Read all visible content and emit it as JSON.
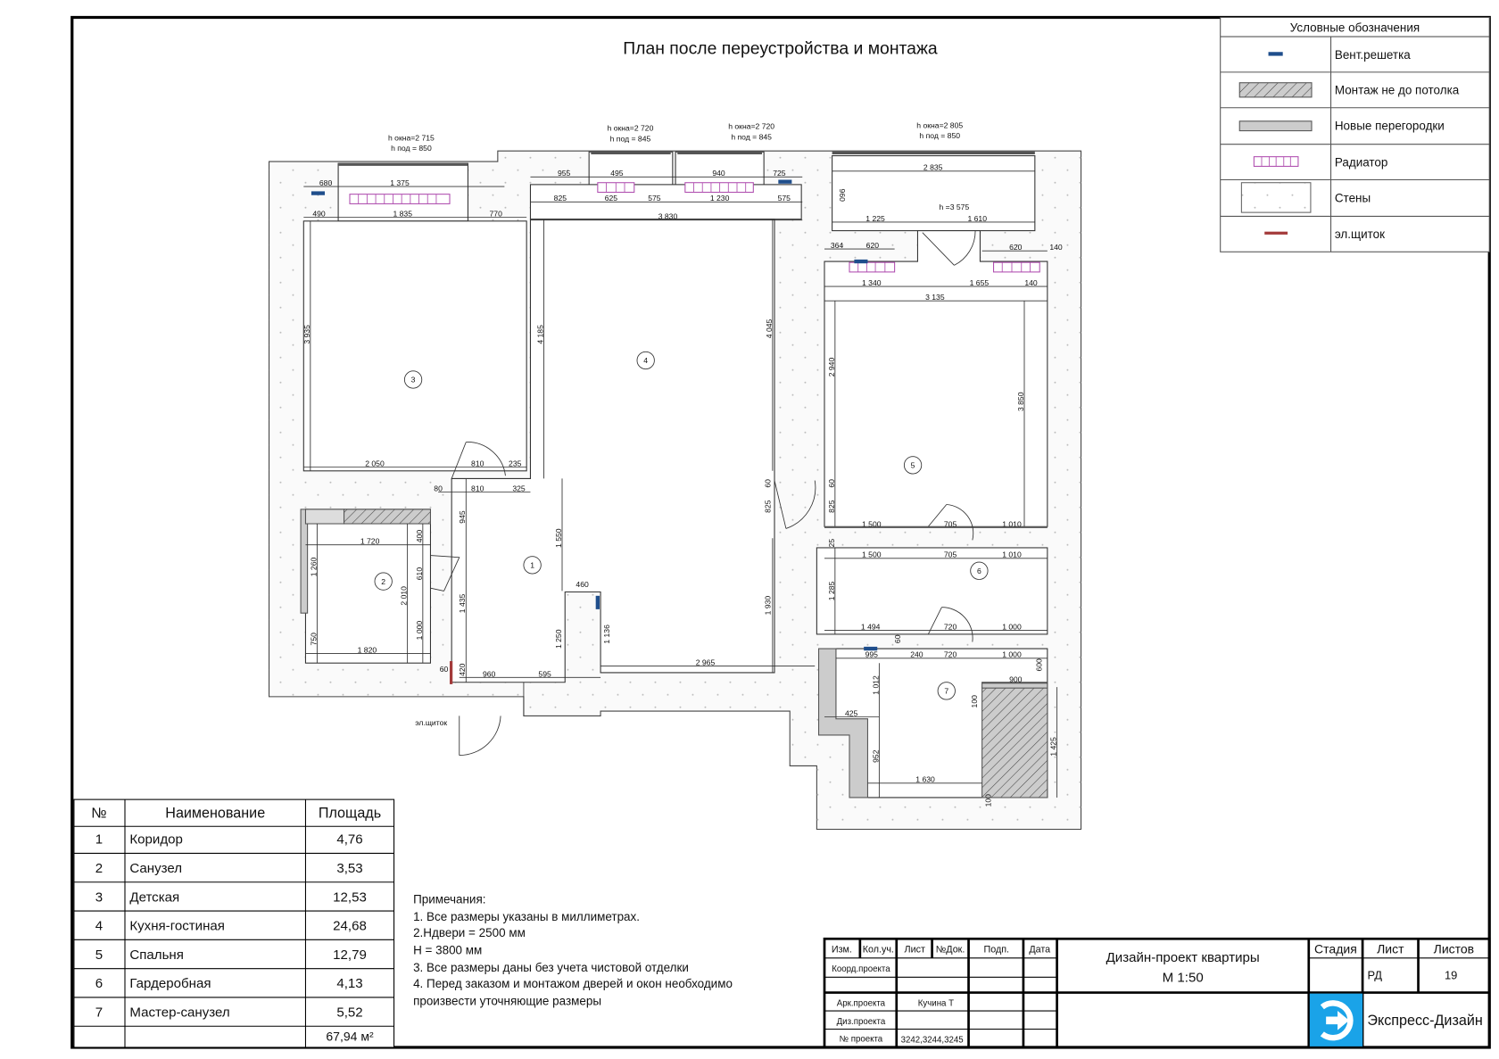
{
  "title": "План после переустройства и монтажа",
  "legend": {
    "header": "Условные обозначения",
    "items": [
      {
        "icon": "vent-grille-icon",
        "label": "Вент.решетка"
      },
      {
        "icon": "partial-height-hatch-icon",
        "label": "Монтаж не до потолка"
      },
      {
        "icon": "new-partition-icon",
        "label": "Новые перегородки"
      },
      {
        "icon": "radiator-icon",
        "label": "Радиатор"
      },
      {
        "icon": "wall-icon",
        "label": "Стены"
      },
      {
        "icon": "electrical-panel-icon",
        "label": "эл.щиток"
      }
    ]
  },
  "colors": {
    "radiator": "#b04fb0",
    "vent": "#1f4e8c",
    "panel": "#a33a3a",
    "logo": "#1aa3e8"
  },
  "plan": {
    "rooms": [
      "1",
      "2",
      "3",
      "4",
      "5",
      "6",
      "7"
    ],
    "windows": [
      {
        "h_window": "h окна=2 715",
        "h_sill": "h под = 850"
      },
      {
        "h_window": "h окна=2 720",
        "h_sill": "h под = 845"
      },
      {
        "h_window": "h окна=2 720",
        "h_sill": "h под = 845"
      },
      {
        "h_window": "h окна=2 805",
        "h_sill": "h под = 850"
      }
    ],
    "h_note": "h =3 575",
    "panel_label": "эл.щиток",
    "dims": [
      "680",
      "1 375",
      "490",
      "1 835",
      "770",
      "955",
      "495",
      "940",
      "725",
      "825",
      "625",
      "575",
      "1 230",
      "575",
      "3 830",
      "2 835",
      "960",
      "1 225",
      "1 610",
      "364",
      "620",
      "620",
      "140",
      "1 340",
      "1 655",
      "140",
      "3 135",
      "3 935",
      "4 185",
      "4 045",
      "2 940",
      "3 850",
      "2 050",
      "810",
      "235",
      "80",
      "810",
      "325",
      "945",
      "1 550",
      "60",
      "825",
      "60",
      "825",
      "1 500",
      "705",
      "1 010",
      "25",
      "1 500",
      "705",
      "1 010",
      "1 720",
      "400",
      "1 260",
      "610",
      "2 010",
      "1 435",
      "460",
      "1 285",
      "1 930",
      "1 000",
      "1 250",
      "1 136",
      "750",
      "1 820",
      "1 494",
      "720",
      "1 000",
      "60",
      "2 965",
      "60",
      "420",
      "960",
      "595",
      "995",
      "240",
      "720",
      "1 000",
      "600",
      "1 012",
      "900",
      "100",
      "425",
      "952",
      "1 425",
      "1 630",
      "100"
    ]
  },
  "room_table": {
    "headers": [
      "№",
      "Наименование",
      "Площадь"
    ],
    "rows": [
      [
        "1",
        "Коридор",
        "4,76"
      ],
      [
        "2",
        "Санузел",
        "3,53"
      ],
      [
        "3",
        "Детская",
        "12,53"
      ],
      [
        "4",
        "Кухня-гостиная",
        "24,68"
      ],
      [
        "5",
        "Спальня",
        "12,79"
      ],
      [
        "6",
        "Гардеробная",
        "4,13"
      ],
      [
        "7",
        "Мастер-санузел",
        "5,52"
      ]
    ],
    "total": "67,94 м²"
  },
  "notes": {
    "header": "Примечания:",
    "lines": [
      "1. Все размеры указаны в миллиметрах.",
      "2.Hдвери = 2500 мм",
      "H = 3800 мм",
      "3. Все размеры даны без учета чистовой отделки",
      "4. Перед заказом и монтажом дверей и окон необходимо",
      "произвести уточняющие размеры"
    ]
  },
  "title_block": {
    "cols": [
      "Изм.",
      "Кол.уч.",
      "Лист",
      "№Док.",
      "Подп.",
      "Дата"
    ],
    "roles": [
      "Коорд.проекта",
      "Арк.проекта",
      "Диз.проекта",
      "№ проекта"
    ],
    "author": "Кучина Т",
    "project_no": "3242,3244,3245",
    "project_title": "Дизайн-проект квартиры",
    "scale": "М 1:50",
    "stage_label": "Стадия",
    "sheet_label": "Лист",
    "sheets_label": "Листов",
    "stage": "РД",
    "sheets": "19",
    "company": "Экспресс-Дизайн"
  }
}
